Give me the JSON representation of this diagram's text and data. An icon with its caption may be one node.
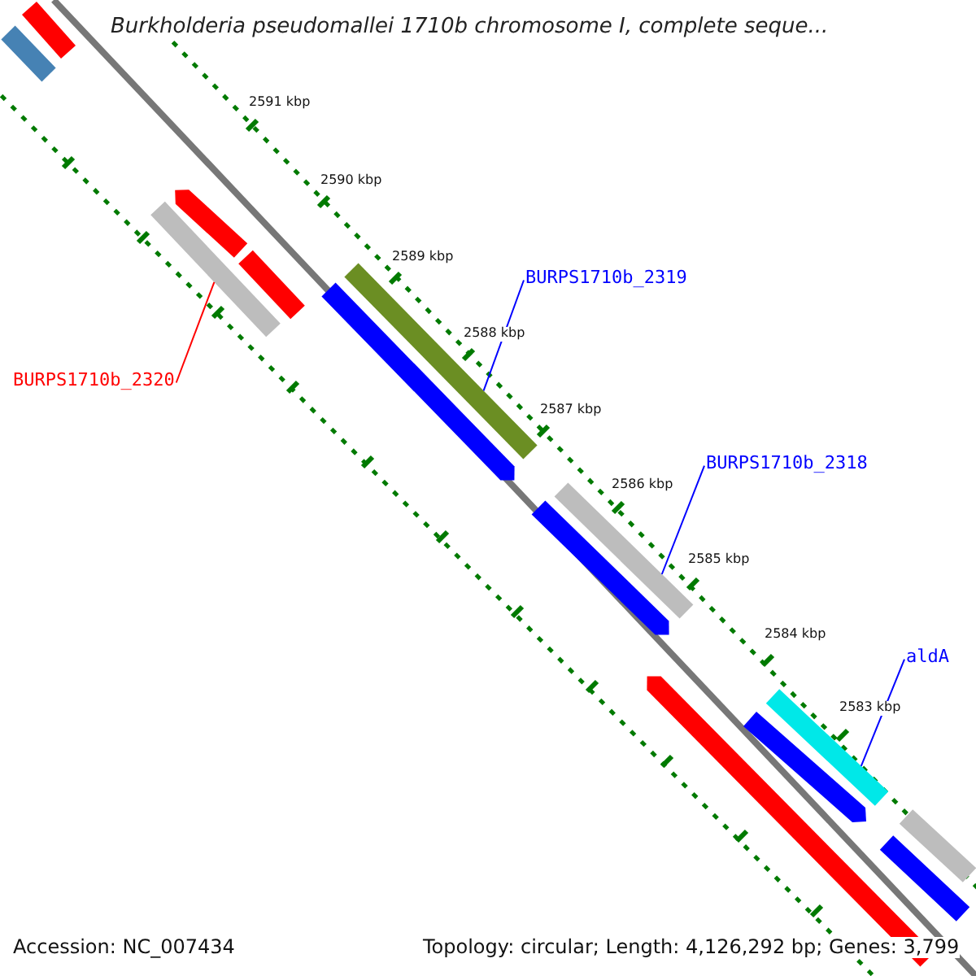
{
  "diagram": {
    "title": "Burkholderia pseudomallei 1710b chromosome I, complete seque...",
    "nodes": [
      {
        "text": [
          "BURPS1710b_2320"
        ]
      },
      {
        "text": [],
        "shape": "bar"
      },
      {
        "text": [
          "BURPS1710b_2319"
        ]
      },
      {
        "text": [],
        "shape": "bar"
      },
      {
        "text": [
          "BURPS1710b_2318"
        ]
      },
      {
        "text": [],
        "shape": "bar"
      },
      {
        "text": [
          "aldA"
        ]
      },
      {
        "text": [],
        "shape": "bar"
      }
    ],
    "edges": [
      {
        "from": 0,
        "to": 1,
        "arrow": "none",
        "color": "#ff0000"
      },
      {
        "from": 2,
        "to": 3,
        "arrow": "none"
      },
      {
        "from": 4,
        "to": 5,
        "arrow": "none"
      },
      {
        "from": 6,
        "to": 7,
        "arrow": "none"
      }
    ],
    "labels": [
      "2591 kbp",
      "2590 kbp",
      "2589 kbp",
      "2588 kbp",
      "2587 kbp",
      "2586 kbp",
      "2585 kbp",
      "2584 kbp",
      "2583 kbp",
      "Accession: NC_007434",
      "Topology: circular; Length: 4,126,292 bp; Genes: 3,799"
    ]
  }
}
